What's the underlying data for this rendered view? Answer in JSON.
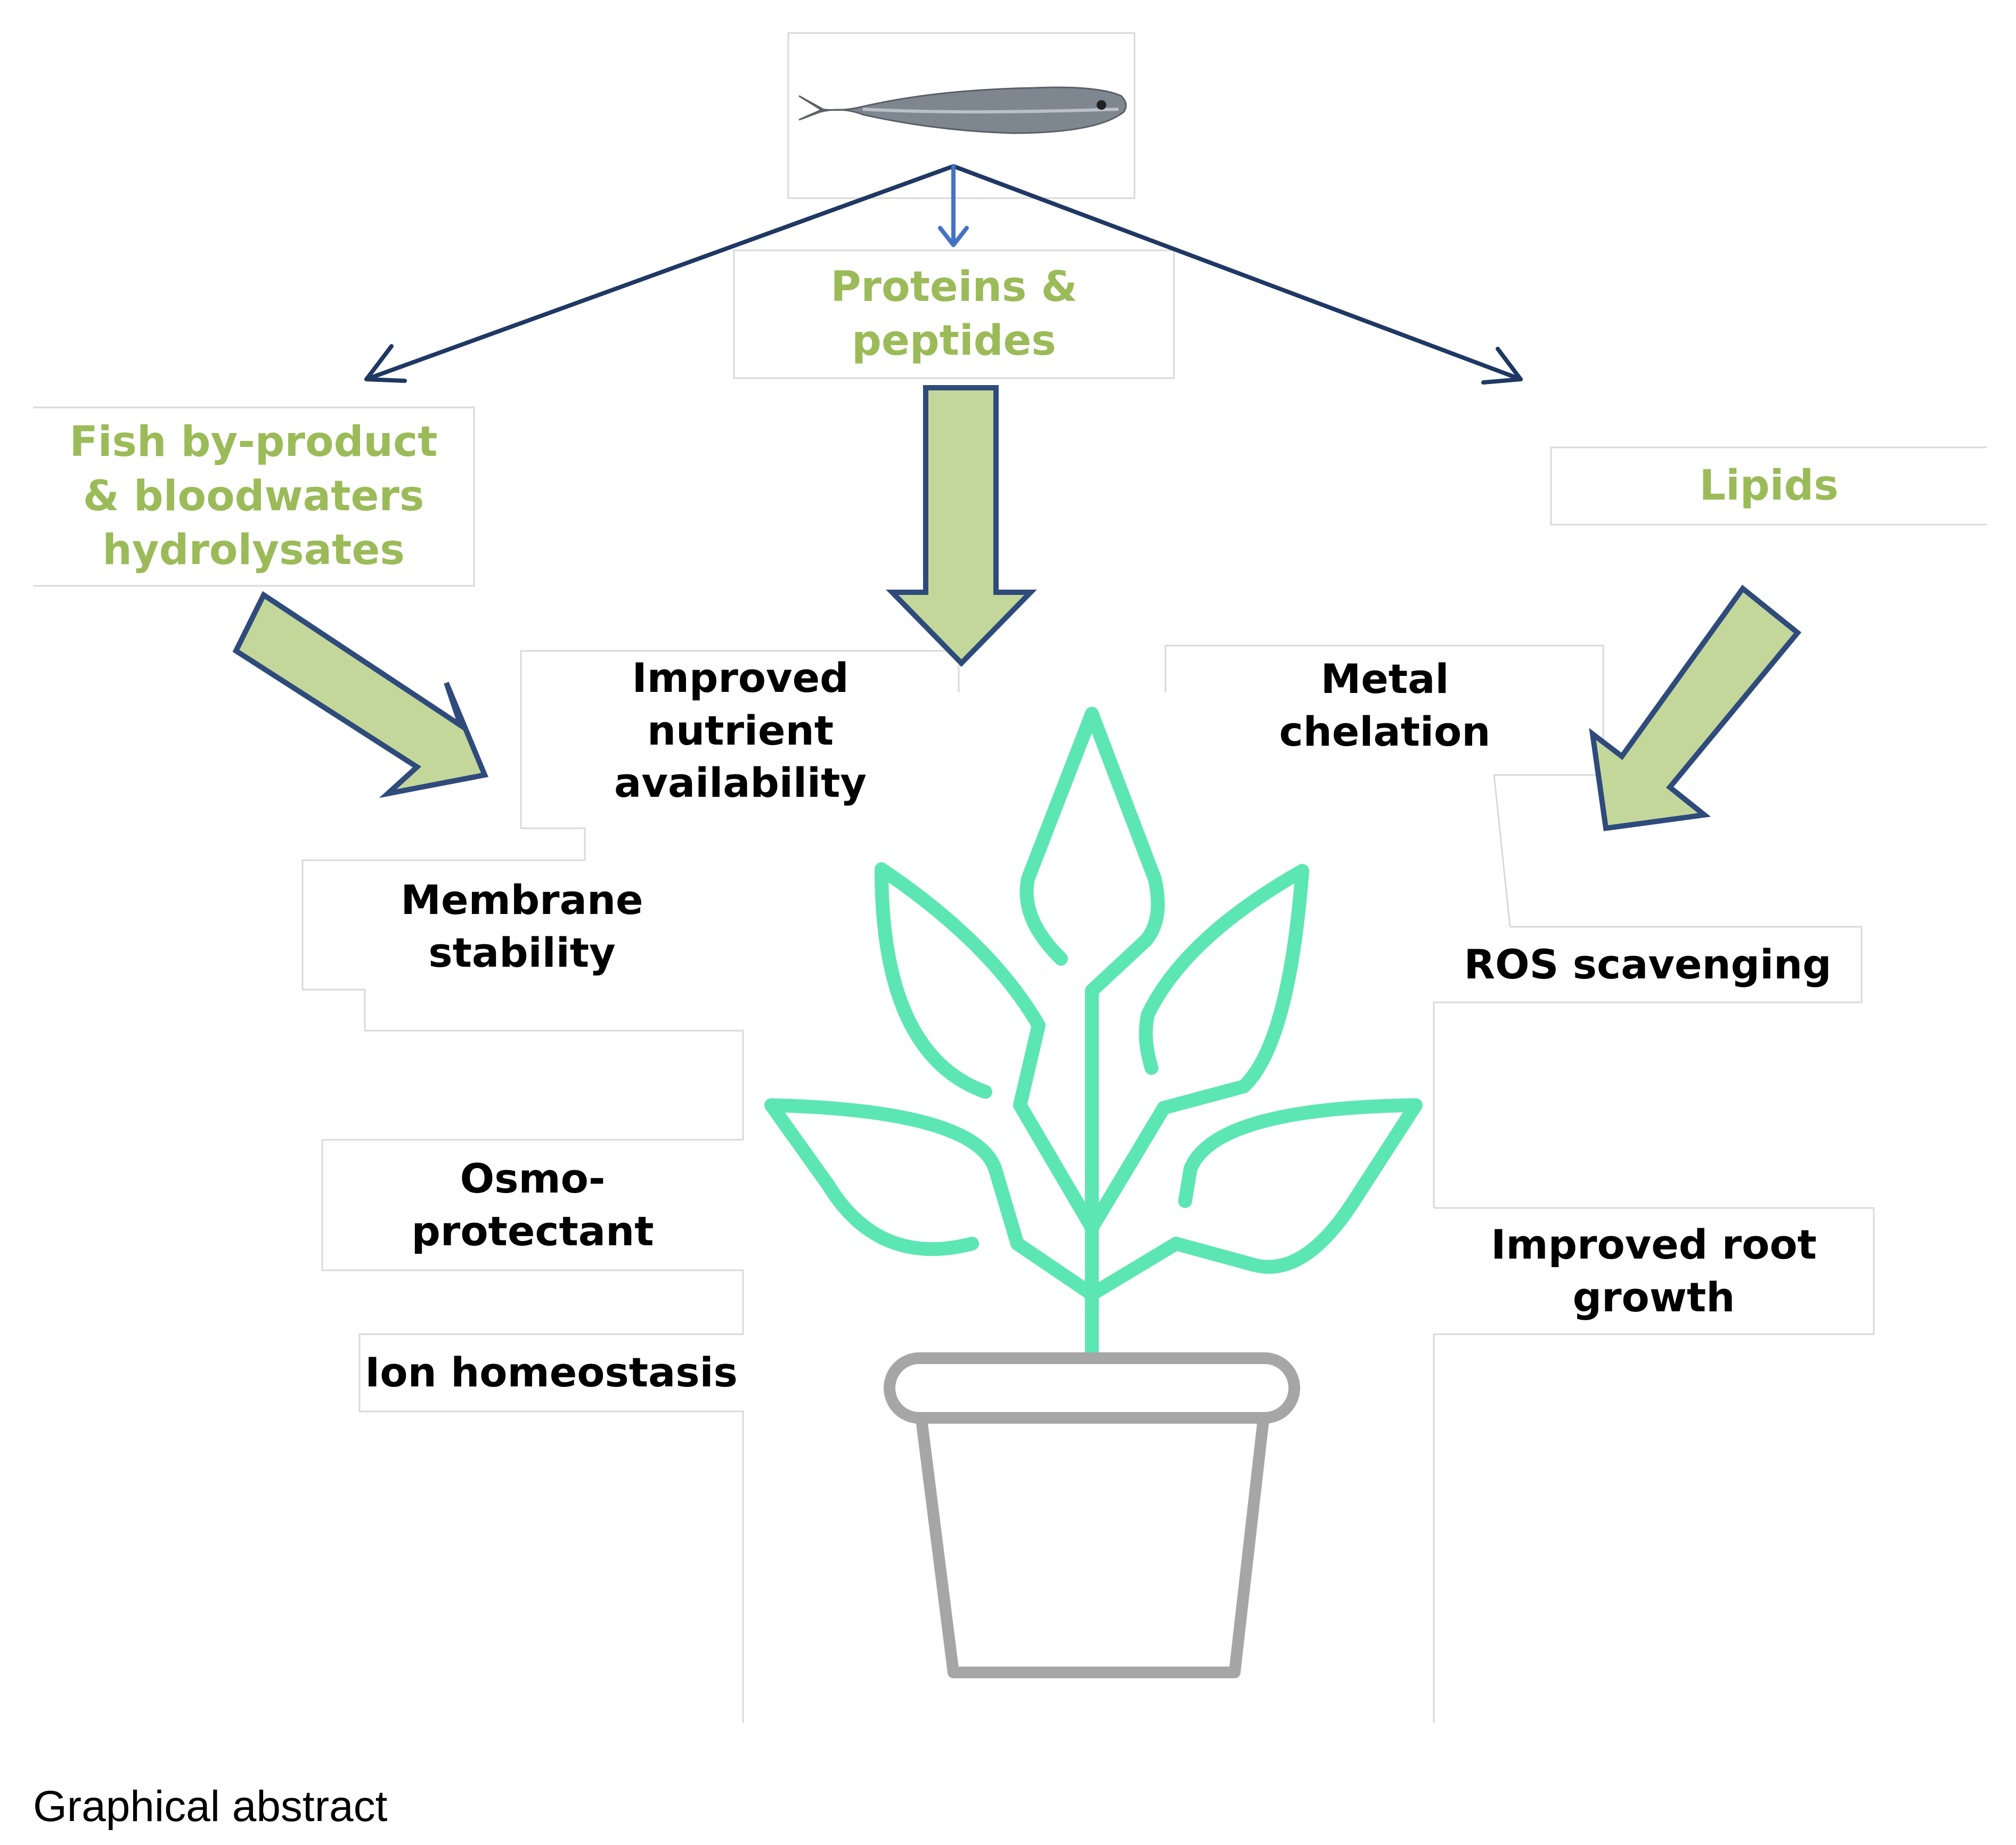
{
  "diagram": {
    "source_image": "fish",
    "categories": {
      "by_products": "Fish by-product\n& bloodwaters\nhydrolysates",
      "proteins": "Proteins &\npeptides",
      "lipids": "Lipids"
    },
    "effects": {
      "nutrient": "Improved\nnutrient\navailability",
      "metal": "Metal\nchelation",
      "membrane": "Membrane\nstability",
      "ros": "ROS scavenging",
      "osmo": "Osmo-\nprotectant",
      "root": "Improved root\ngrowth",
      "ion": "Ion homeostasis"
    },
    "caption": "Graphical abstract"
  },
  "colors": {
    "category_text": "#9bbb59",
    "effect_text": "#000000",
    "arrow_fill": "#c4d79b",
    "arrow_stroke": "#2f4b7c",
    "connector_line": "#1f3864",
    "small_arrow": "#4472c4",
    "plant": "#5ce6b4",
    "pot": "#a6a6a6",
    "box_border": "#d9d9d9"
  }
}
